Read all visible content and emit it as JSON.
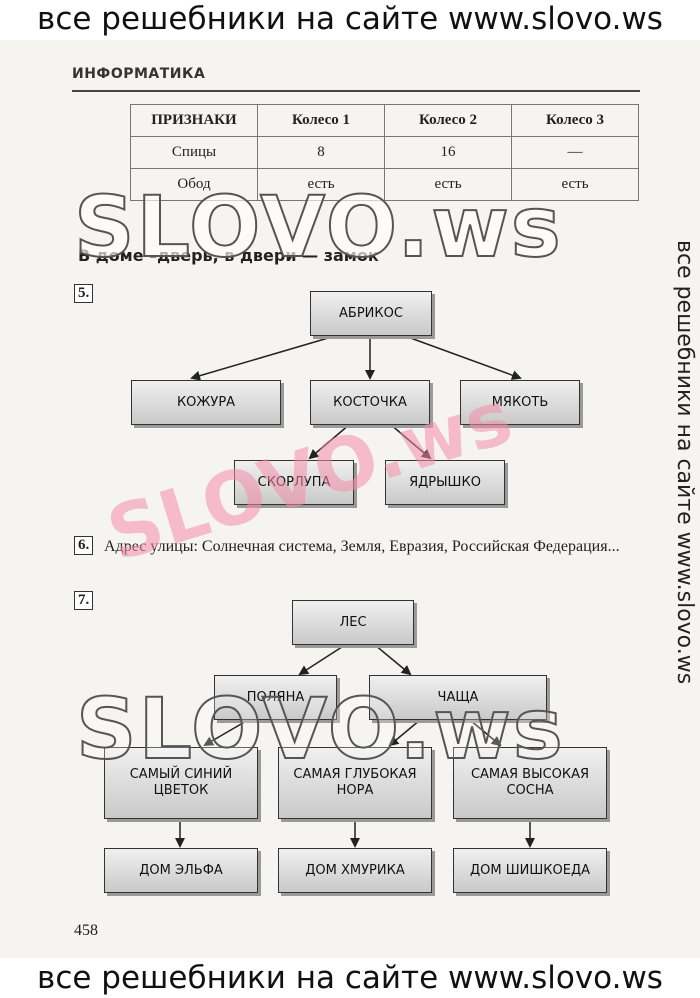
{
  "watermark": {
    "top": "все решебники на сайте www.slovo.ws",
    "bottom": "все решебники на сайте www.slovo.ws",
    "side": "все решебники на сайте www.slovo.ws",
    "big1": "SLOVO.ws",
    "big2": "SLOVO.ws",
    "big3": "SLOVO.ws"
  },
  "header": {
    "title": "ИНФОРМАТИКА"
  },
  "table": {
    "headers": [
      "ПРИЗНАКИ",
      "Колесо 1",
      "Колесо 2",
      "Колесо 3"
    ],
    "rows": [
      [
        "Спицы",
        "8",
        "16",
        "—"
      ],
      [
        "Обод",
        "есть",
        "есть",
        "есть"
      ]
    ]
  },
  "section4": {
    "title": "В доме –дверь, в двери — замок"
  },
  "task5": {
    "number": "5.",
    "nodes": {
      "root": "АБРИКОС",
      "skin": "КОЖУРА",
      "stone": "КОСТОЧКА",
      "pulp": "МЯКОТЬ",
      "shell": "СКОРЛУПА",
      "kernel": "ЯДРЫШКО"
    }
  },
  "task6": {
    "number": "6.",
    "text": "Адрес улицы: Солнечная система, Земля, Евразия, Российская Федерация..."
  },
  "task7": {
    "number": "7.",
    "nodes": {
      "root": "ЛЕС",
      "glade": "ПОЛЯНА",
      "thicket": "ЧАЩА",
      "flower": "САМЫЙ СИНИЙ ЦВЕТОК",
      "burrow": "САМАЯ ГЛУБОКАЯ НОРА",
      "pine": "САМАЯ ВЫСОКАЯ СОСНА",
      "elf": "ДОМ ЭЛЬФА",
      "hmurik": "ДОМ ХМУРИКА",
      "shishkoed": "ДОМ ШИШКОЕДА"
    }
  },
  "page_number": "458"
}
